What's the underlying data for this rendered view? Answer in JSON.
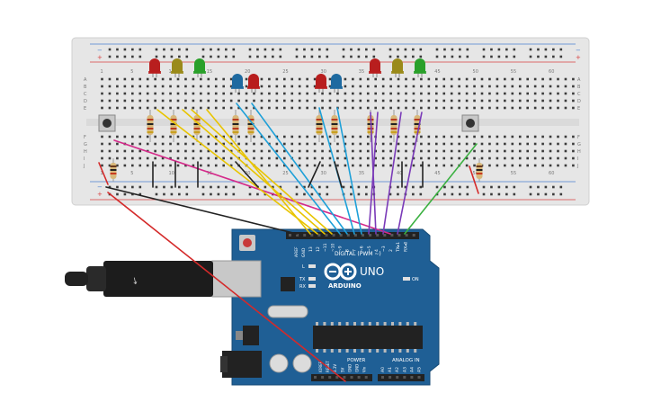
{
  "breadboard": {
    "column_numbers": [
      "1",
      "5",
      "10",
      "15",
      "20",
      "25",
      "30",
      "35",
      "40",
      "45",
      "50",
      "55",
      "60"
    ],
    "row_letters_top": [
      "A",
      "B",
      "C",
      "D",
      "E"
    ],
    "row_letters_bottom": [
      "F",
      "G",
      "H",
      "I",
      "J"
    ],
    "rail_plus": "+",
    "rail_minus": "−",
    "colors": {
      "board": "#e6e6e6",
      "hole": "#3a3a3a",
      "rail_red": "#d84040",
      "rail_blue": "#4a7fd0"
    }
  },
  "arduino": {
    "brand": "ARDUINO",
    "model": "UNO",
    "digital_header_label": "DIGITAL (PWM ~)",
    "aref_label": "AREF",
    "gnd_label": "GND",
    "digital_pins": [
      "13",
      "12",
      "~11",
      "~10",
      "~9",
      "8",
      "7",
      "~6",
      "~5",
      "4",
      "~3",
      "2",
      "TX▸1",
      "RX◂0"
    ],
    "led_l": "L",
    "led_tx": "TX",
    "led_rx": "RX",
    "on_label": "ON",
    "power_label": "POWER",
    "analog_label": "ANALOG IN",
    "power_pins": [
      "IOREF",
      "RESET",
      "3.3V",
      "5V",
      "GND",
      "GND",
      "Vin"
    ],
    "analog_pins": [
      "A0",
      "A1",
      "A2",
      "A3",
      "A4",
      "A5"
    ],
    "colors": {
      "board": "#1f5f95",
      "header": "#222222"
    }
  },
  "leds": [
    {
      "color": "#b81e1e"
    },
    {
      "color": "#9a8a1a"
    },
    {
      "color": "#2aa02a"
    },
    {
      "color": "#1e6aa0"
    },
    {
      "color": "#b81e1e"
    },
    {
      "color": "#b81e1e"
    },
    {
      "color": "#1e6aa0"
    },
    {
      "color": "#b81e1e"
    },
    {
      "color": "#9a8a1a"
    },
    {
      "color": "#2aa02a"
    }
  ],
  "wire_colors": {
    "red": "#d42a2a",
    "black": "#222222",
    "yellow": "#e8c400",
    "blue": "#1ea0d8",
    "purple": "#7a3ab8",
    "green": "#3ab040",
    "magenta": "#d42a8a"
  }
}
